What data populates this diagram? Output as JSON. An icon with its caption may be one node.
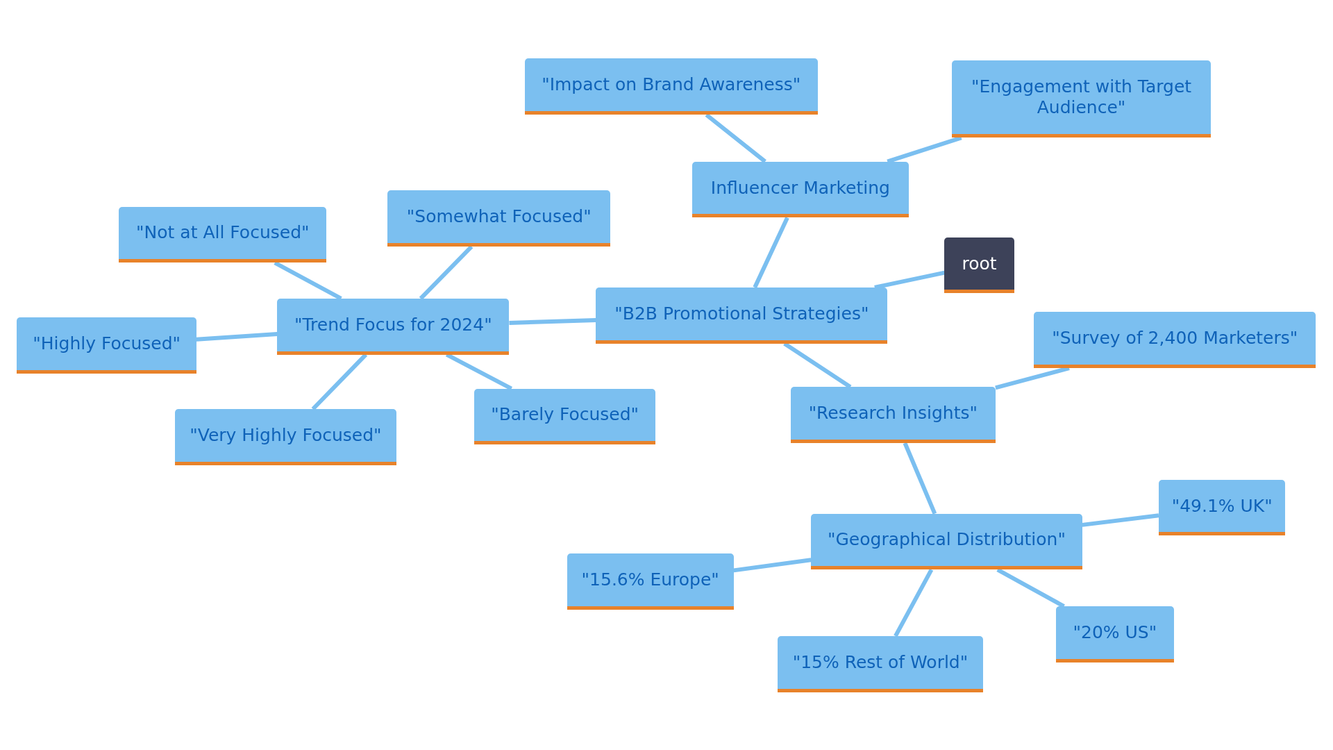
{
  "diagram": {
    "nodes": [
      {
        "text": [
          "root"
        ]
      },
      {
        "text": [
          "\"B2B Promotional Strategies\""
        ]
      },
      {
        "text": [
          "Influencer Marketing"
        ]
      },
      {
        "text": [
          "\"Impact on Brand Awareness\""
        ]
      },
      {
        "text": [
          "\"Engagement with Target Audience\""
        ]
      },
      {
        "text": [
          "\"Trend Focus for 2024\""
        ]
      },
      {
        "text": [
          "\"Not at All Focused\""
        ]
      },
      {
        "text": [
          "\"Somewhat Focused\""
        ]
      },
      {
        "text": [
          "\"Highly Focused\""
        ]
      },
      {
        "text": [
          "\"Very Highly Focused\""
        ]
      },
      {
        "text": [
          "\"Barely Focused\""
        ]
      },
      {
        "text": [
          "\"Research Insights\""
        ]
      },
      {
        "text": [
          "\"Survey of 2,400 Marketers\""
        ]
      },
      {
        "text": [
          "\"Geographical Distribution\""
        ]
      },
      {
        "text": [
          "\"49.1% UK\""
        ]
      },
      {
        "text": [
          "\"15.6% Europe\""
        ]
      },
      {
        "text": [
          "\"20% US\""
        ]
      },
      {
        "text": [
          "\"15% Rest of World\""
        ]
      }
    ],
    "edges": [
      {
        "from": 0,
        "to": 1,
        "arrow": "none"
      },
      {
        "from": 1,
        "to": 2,
        "arrow": "none"
      },
      {
        "from": 2,
        "to": 3,
        "arrow": "none"
      },
      {
        "from": 2,
        "to": 4,
        "arrow": "none"
      },
      {
        "from": 1,
        "to": 5,
        "arrow": "none"
      },
      {
        "from": 5,
        "to": 6,
        "arrow": "none"
      },
      {
        "from": 5,
        "to": 7,
        "arrow": "none"
      },
      {
        "from": 5,
        "to": 8,
        "arrow": "none"
      },
      {
        "from": 5,
        "to": 9,
        "arrow": "none"
      },
      {
        "from": 5,
        "to": 10,
        "arrow": "none"
      },
      {
        "from": 1,
        "to": 11,
        "arrow": "none"
      },
      {
        "from": 11,
        "to": 12,
        "arrow": "none"
      },
      {
        "from": 11,
        "to": 13,
        "arrow": "none"
      },
      {
        "from": 13,
        "to": 14,
        "arrow": "none"
      },
      {
        "from": 13,
        "to": 15,
        "arrow": "none"
      },
      {
        "from": 13,
        "to": 16,
        "arrow": "none"
      },
      {
        "from": 13,
        "to": 17,
        "arrow": "none"
      }
    ]
  }
}
